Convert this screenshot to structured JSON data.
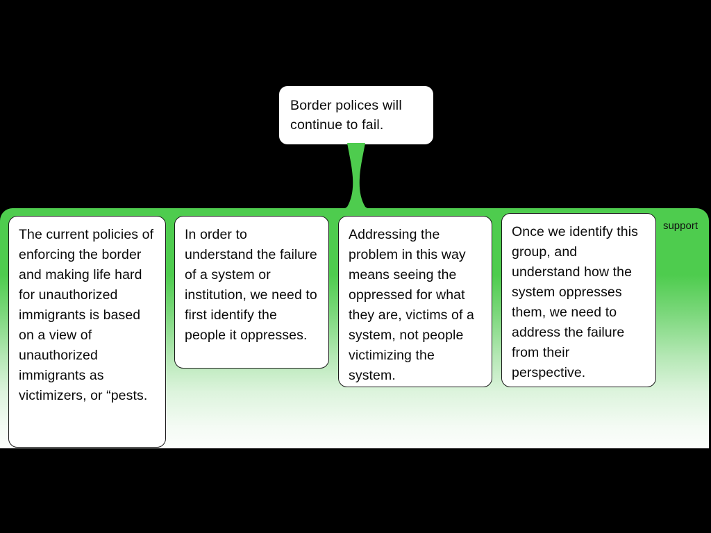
{
  "diagram": {
    "type": "argument-map",
    "background_color": "#000000",
    "accent_color": "#4ecc4e"
  },
  "claim": {
    "text": "Border polices will continue to fail."
  },
  "connector": {
    "name": "support-connector",
    "color": "#4ecc4e"
  },
  "support_group": {
    "label": "support",
    "accent_color": "#4ecc4e",
    "reasons": [
      {
        "text": "The current policies of enforcing the border and making life hard for unauthorized immigrants is based on a view of unauthorized immigrants as victimizers, or “pests."
      },
      {
        "text": "In order to understand the failure of a system or institution, we need to first identify the people it oppresses."
      },
      {
        "text": "Addressing the problem in this way means seeing the oppressed for what they are, victims of a system, not people victimizing the system."
      },
      {
        "text": "Once we identify this group, and understand how the system oppresses them, we need to address the failure from their perspective."
      }
    ]
  }
}
